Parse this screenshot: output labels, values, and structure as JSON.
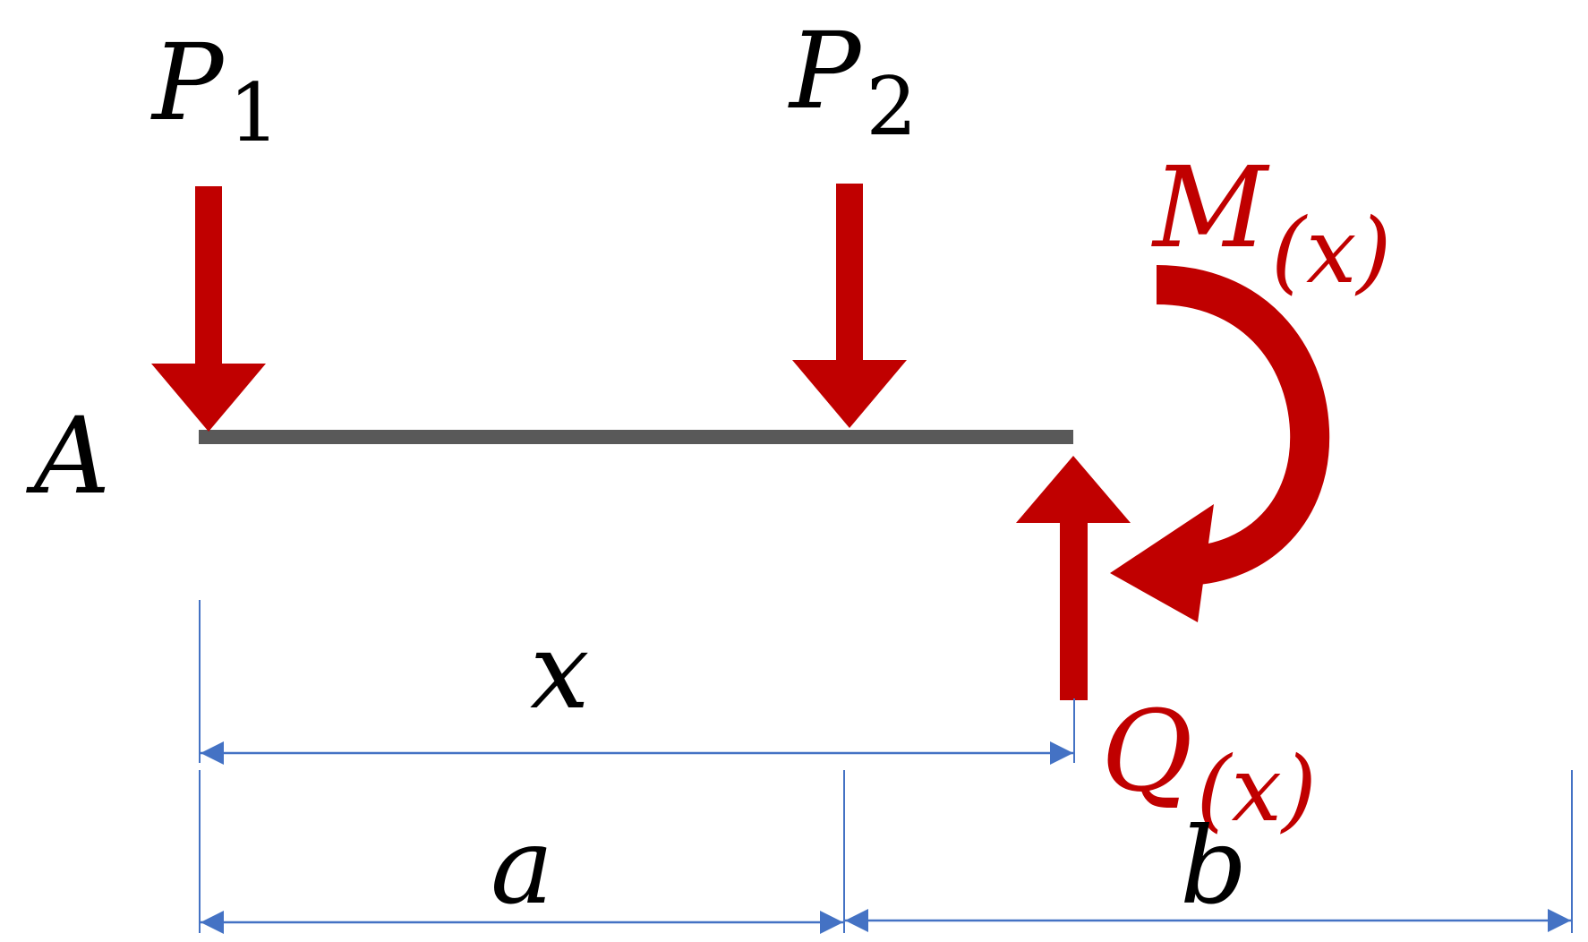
{
  "labels": {
    "point_a": "A",
    "p1_main": "P",
    "p1_sub": "1",
    "p2_main": "P",
    "p2_sub": "2",
    "moment_main": "M",
    "moment_sub": "(x)",
    "shear_main": "Q",
    "shear_sub": "(x)",
    "dim_x": "x",
    "dim_a": "a",
    "dim_b": "b"
  },
  "colors": {
    "force": "#c00000",
    "beam": "#595959",
    "dimension": "#4472c4",
    "text": "#000000"
  }
}
